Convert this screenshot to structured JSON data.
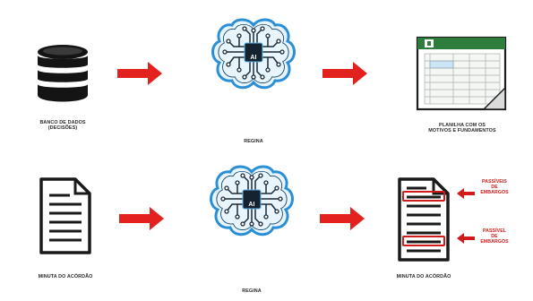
{
  "top_row": {
    "source_label_line1": "BANCO DE DADOS",
    "source_label_line2": "(DECISÕES)",
    "brain_label": "REGINA",
    "chip_text": "AI",
    "output_label_line1": "PLANILHA COM OS",
    "output_label_line2": "MOTIVOS E FUNDAMENTOS"
  },
  "bottom_row": {
    "source_label": "MINUTA DO ACÓRDÃO",
    "brain_label": "REGINA",
    "chip_text": "AI",
    "output_label": "MINUTA DO ACÓRDÃO",
    "callout_top_line1": "PASSÍVEIS",
    "callout_top_line2": "DE",
    "callout_top_line3": "EMBARGOS",
    "callout_bottom_line1": "PASSÍVEL",
    "callout_bottom_line2": "DE",
    "callout_bottom_line3": "EMBARGOS"
  },
  "colors": {
    "arrow": "#e3221f",
    "brain_outline": "#2a8fd6",
    "chip": "#14232f",
    "spreadsheet_green": "#2f7d3d",
    "callout_red": "#d11a1a"
  },
  "icons": [
    "database-icon",
    "brain-chip-icon",
    "spreadsheet-icon",
    "document-icon",
    "highlighted-document-icon",
    "arrow-right-icon"
  ]
}
